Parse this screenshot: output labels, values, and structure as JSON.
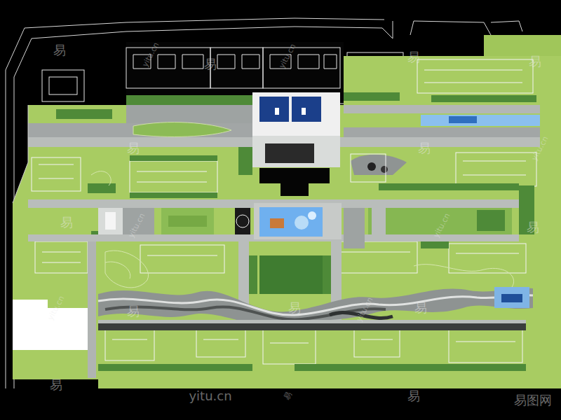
{
  "diagram": {
    "labels": [
      "易",
      "yitu.cn",
      "易",
      "yitu.cn",
      "易",
      "易",
      "易",
      "yitu.cn",
      "易",
      "易",
      "yitu.cn",
      "yitu.cn",
      "易",
      "yitu.cn",
      "易",
      "易",
      "yitu.cn",
      "易",
      "易",
      "yitu.cn",
      "易",
      "易",
      "易图网"
    ]
  }
}
